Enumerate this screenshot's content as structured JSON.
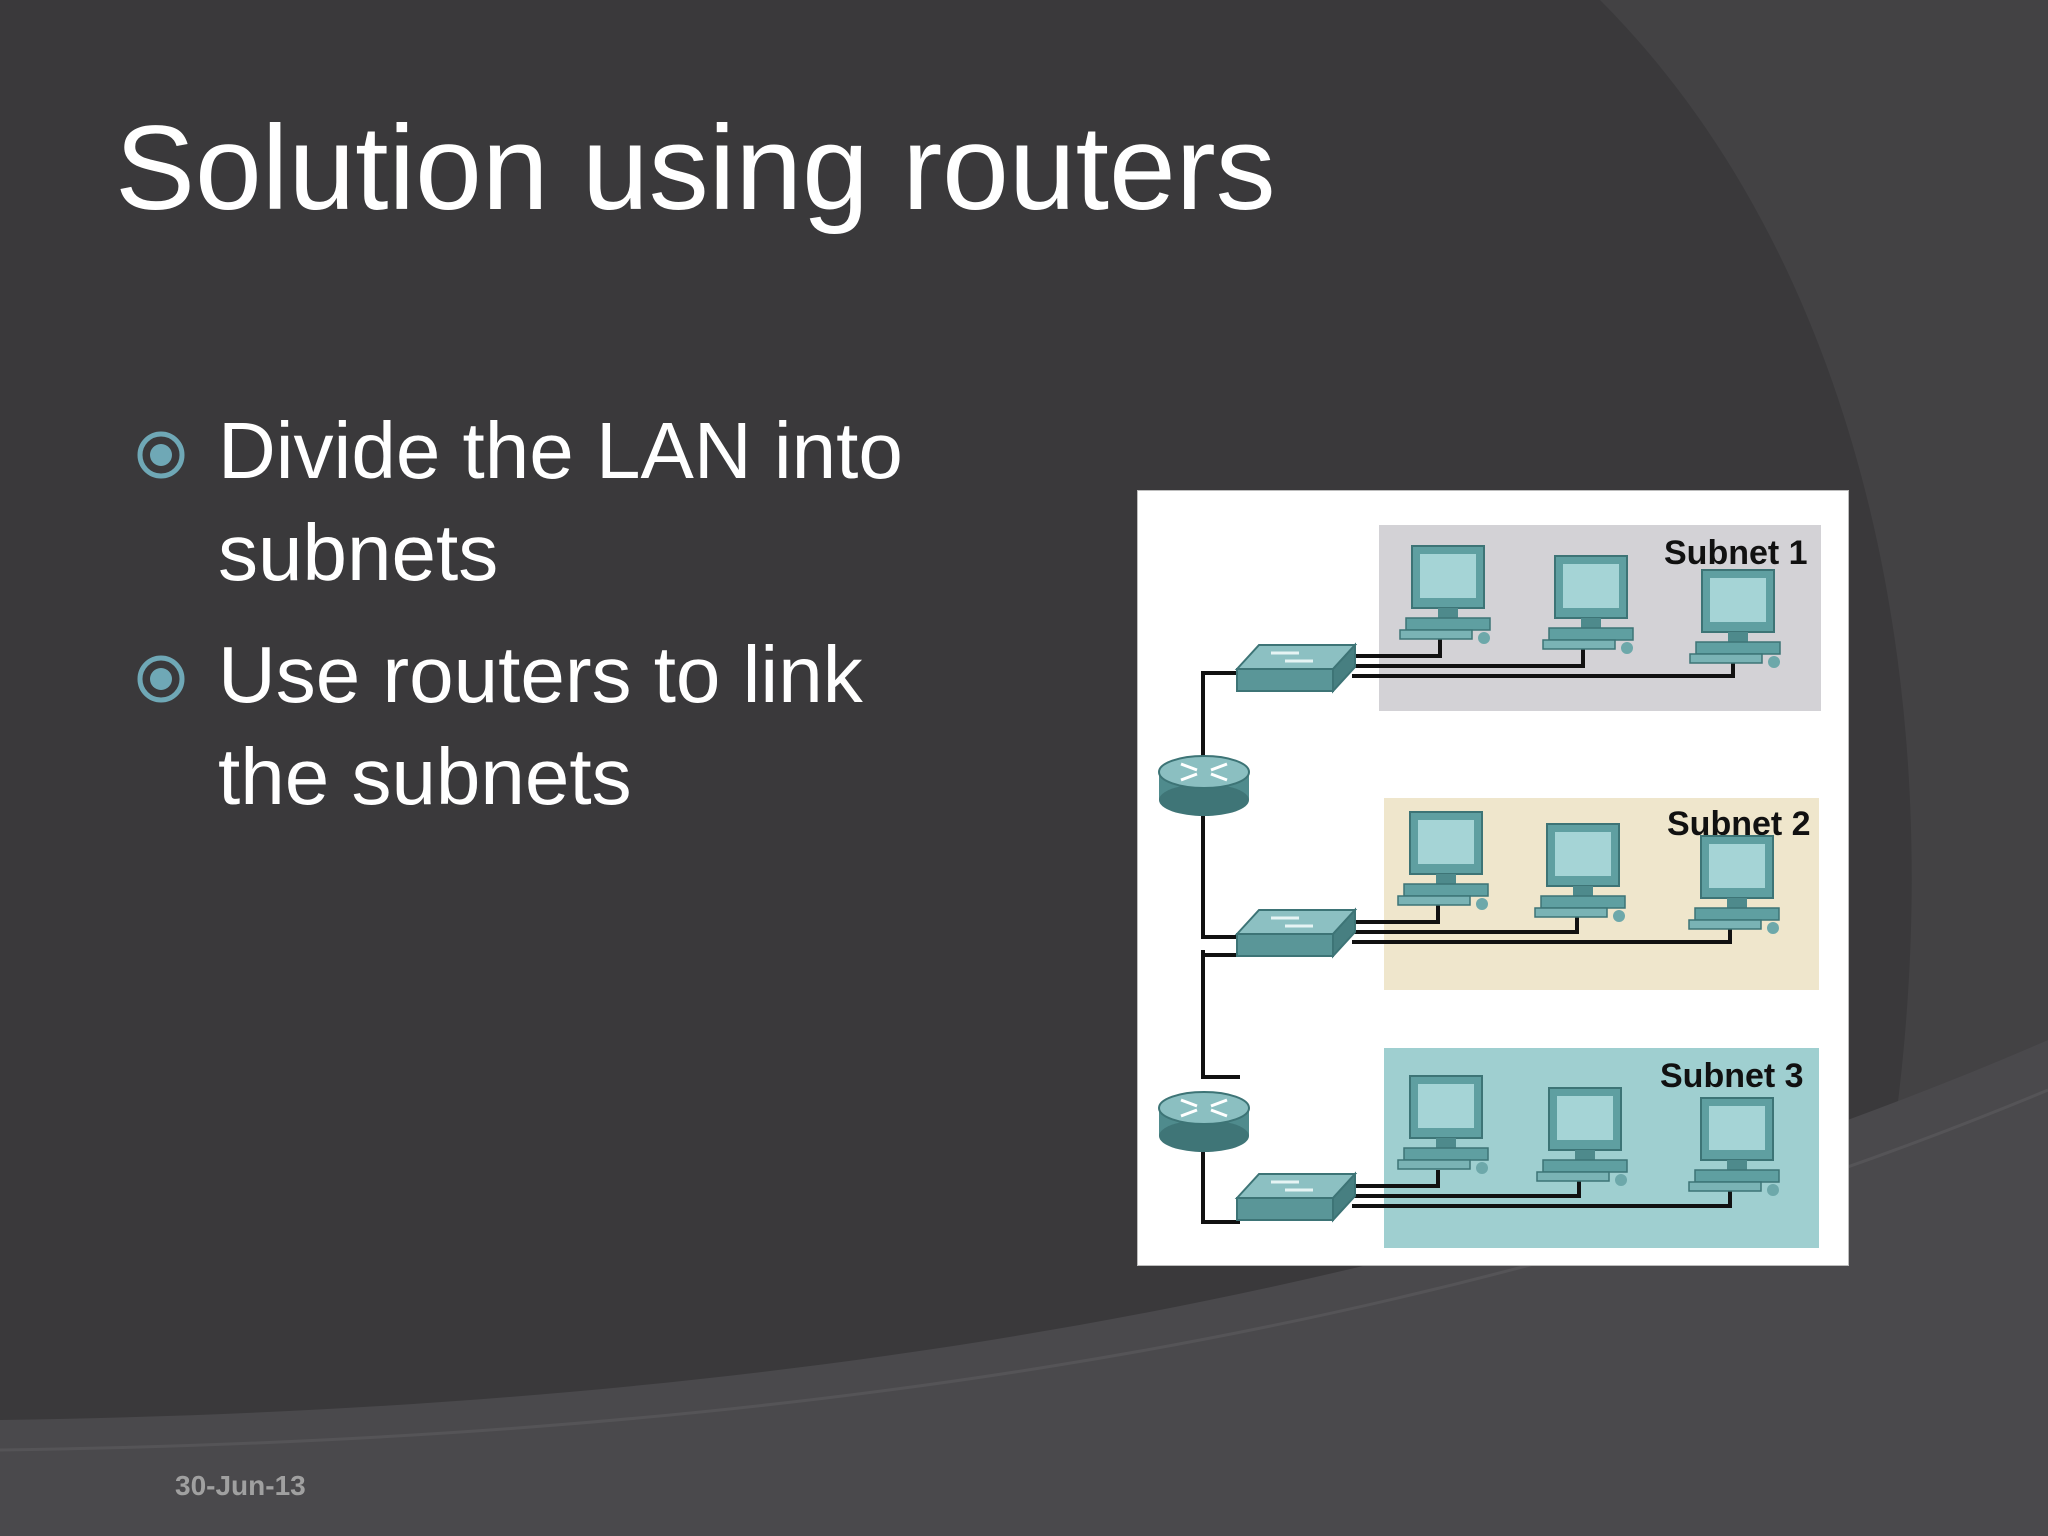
{
  "slide": {
    "title": "Solution using routers",
    "bullets": [
      "Divide the LAN into subnets",
      "Use routers to link the subnets"
    ],
    "date": "30-Jun-13"
  },
  "diagram": {
    "subnets": [
      {
        "label": "Subnet 1",
        "color": "#d3d2d6"
      },
      {
        "label": "Subnet 2",
        "color": "#efe6cc"
      },
      {
        "label": "Subnet 3",
        "color": "#9fcfd0"
      }
    ],
    "device_color": "#5d9a9c"
  },
  "colors": {
    "background": "#3a393b",
    "bullet_accent": "#6fa8b6"
  }
}
